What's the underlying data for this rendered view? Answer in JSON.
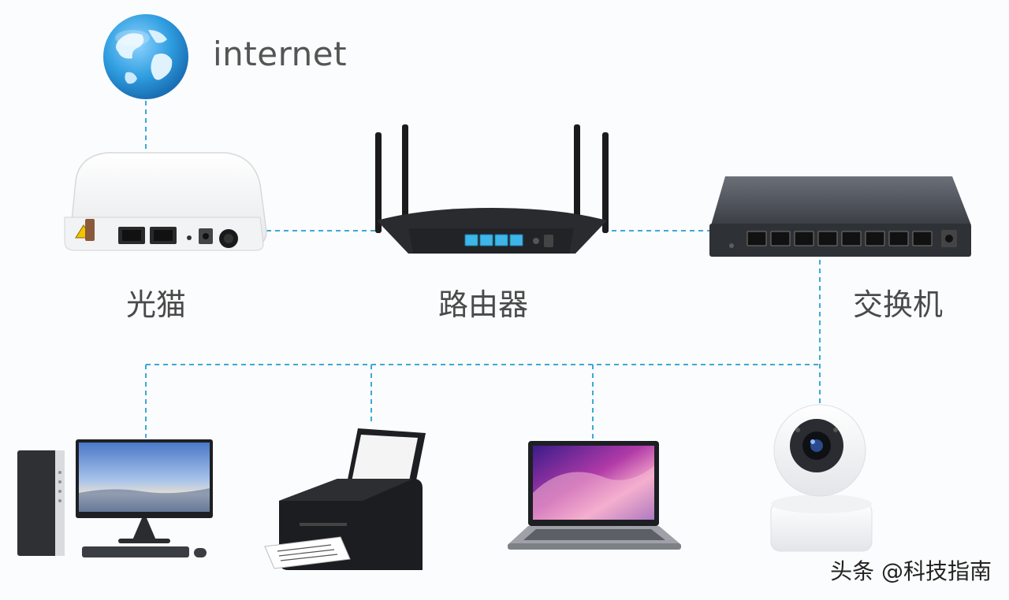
{
  "internet_label": "internet",
  "devices": {
    "modem": "光猫",
    "router": "路由器",
    "switch": "交换机"
  },
  "watermark": "头条 @科技指南",
  "colors": {
    "link_line": "#3fa8d6",
    "globe": "#2f9ee0",
    "router_ports": "#3fb6e8"
  },
  "icons": [
    "globe-icon",
    "optical-modem-icon",
    "router-icon",
    "switch-icon",
    "desktop-computer-icon",
    "printer-icon",
    "laptop-icon",
    "security-camera-icon"
  ]
}
